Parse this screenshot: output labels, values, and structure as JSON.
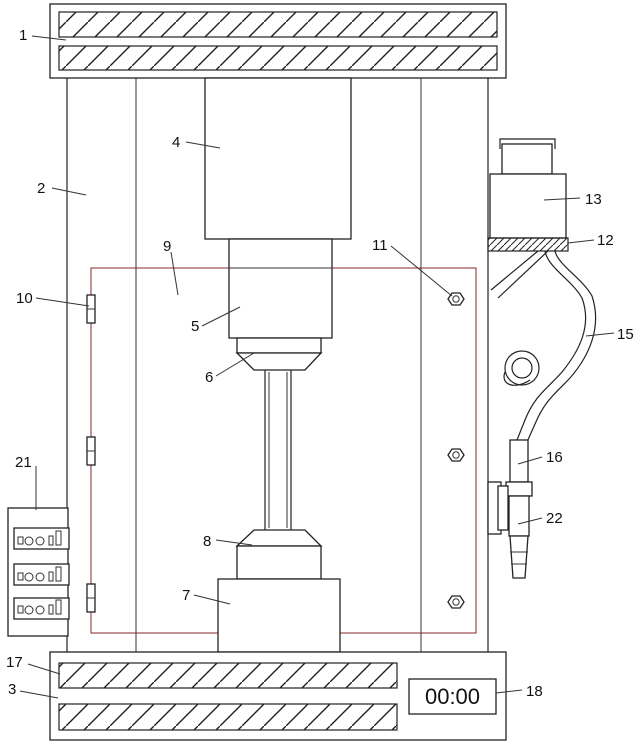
{
  "labels": {
    "l1": "1",
    "l2": "2",
    "l3": "3",
    "l4": "4",
    "l5": "5",
    "l6": "6",
    "l7": "7",
    "l8": "8",
    "l9": "9",
    "l10": "10",
    "l11": "11",
    "l12": "12",
    "l13": "13",
    "l15": "15",
    "l16": "16",
    "l17": "17",
    "l18": "18",
    "l21": "21",
    "l22": "22"
  },
  "timer": {
    "display": "00:00"
  }
}
